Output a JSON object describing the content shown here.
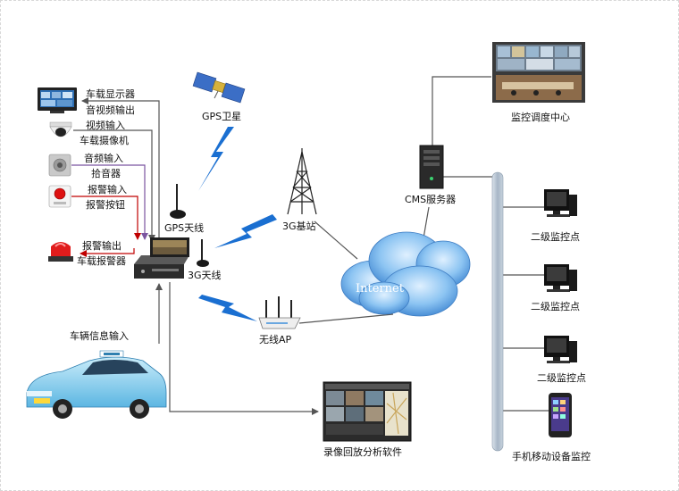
{
  "labels": {
    "monitor": "车载显示器",
    "av_out": "音视频输出",
    "video_in": "视频输入",
    "camera": "车载摄像机",
    "audio_in": "音频输入",
    "mic": "拾音器",
    "alarm_in": "报警输入",
    "alarm_button": "报警按钮",
    "alarm_out": "报警输出",
    "alarm_device": "车载报警器",
    "gps_sat": "GPS卫星",
    "gps_antenna": "GPS天线",
    "antenna_3g": "3G天线",
    "base_3g": "3G基站",
    "internet": "Internet",
    "wireless_ap": "无线AP",
    "cms_server": "CMS服务器",
    "monitor_center": "监控调度中心",
    "sub_monitor_1": "二级监控点",
    "sub_monitor_2": "二级监控点",
    "sub_monitor_3": "二级监控点",
    "mobile_monitor": "手机移动设备监控",
    "vehicle_info": "车辆信息输入",
    "playback_software": "录像回放分析软件"
  },
  "colors": {
    "line": "#555555",
    "lightning": "#1a6fd1",
    "alarm_line": "#c00000",
    "video_line": "#7b55a0",
    "bus": "#b9c7d6",
    "cloud": "#5aa0e0",
    "taxi": "#8fd0ee"
  }
}
